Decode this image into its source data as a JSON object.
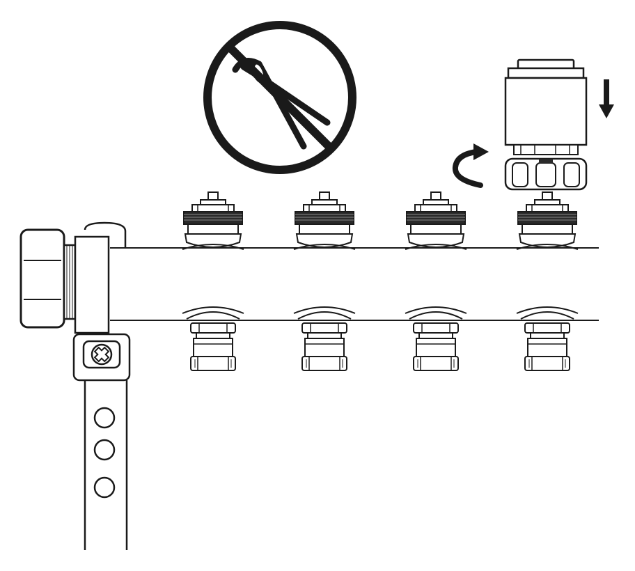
{
  "figure": {
    "kind": "installation-instruction",
    "colors": {
      "line": "#1a1a1a",
      "fill": "#ffffff",
      "shade": "#2a2a2a"
    },
    "valve_count": 4,
    "return_port_count": 4
  },
  "icons": {
    "prohibition": "no-pliers-icon",
    "rotation": "turn-clockwise-icon",
    "direction": "push-down-arrow-icon",
    "fixing": "phillips-screw-icon"
  }
}
